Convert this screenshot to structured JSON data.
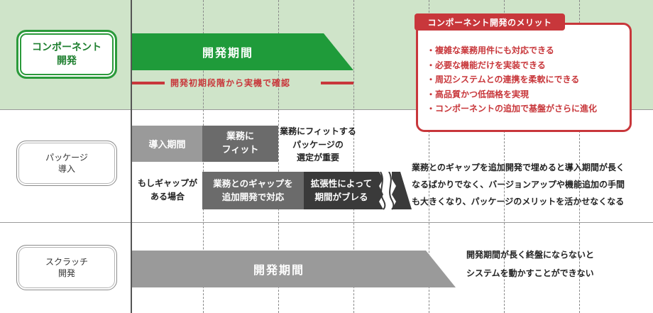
{
  "rows": {
    "component": {
      "label_line1": "コンポーネント",
      "label_line2": "開発",
      "main_phase": "開発期間",
      "verify_note": "開発初期段階から実機で確認"
    },
    "package": {
      "label_line1": "パッケージ",
      "label_line2": "導入",
      "intro_period": "導入期間",
      "fit_line1": "業務に",
      "fit_line2": "フィット",
      "selection_note_line1": "業務にフィットする",
      "selection_note_line2": "パッケージの",
      "selection_note_line3": "選定が重要",
      "gap_case_line1": "もしギャップが",
      "gap_case_line2": "ある場合",
      "gap_dev_line1": "業務とのギャップを",
      "gap_dev_line2": "追加開発で対応",
      "ext_line1": "拡張性によって",
      "ext_line2": "期間がブレる",
      "note_line1": "業務とのギャップを追加開発で埋めると導入期間が長く",
      "note_line2": "なるばかりでなく、バージョンアップや機能追加の手間",
      "note_line3": "も大きくなり、パッケージのメリットを活かせなくなる"
    },
    "scratch": {
      "label_line1": "スクラッチ",
      "label_line2": "開発",
      "main_phase": "開発期間",
      "note_line1": "開発期間が長く終盤にならないと",
      "note_line2": "システムを動かすことができない"
    }
  },
  "merits": {
    "title": "コンポーネント開発のメリット",
    "items": [
      "複雑な業務用件にも対応できる",
      "必要な機能だけを実装できる",
      "周辺システムとの連携を柔軟にできる",
      "高品質かつ低価格を実現",
      "コンポーネントの追加で基盤がさらに進化"
    ]
  },
  "colors": {
    "green_band": "#cfe4c9",
    "green_phase": "#1f9b3a",
    "accent_red": "#c8373b",
    "gray_light": "#9a9a9a",
    "gray_mid": "#6b6b6b",
    "gray_dark": "#3a3a3a"
  }
}
